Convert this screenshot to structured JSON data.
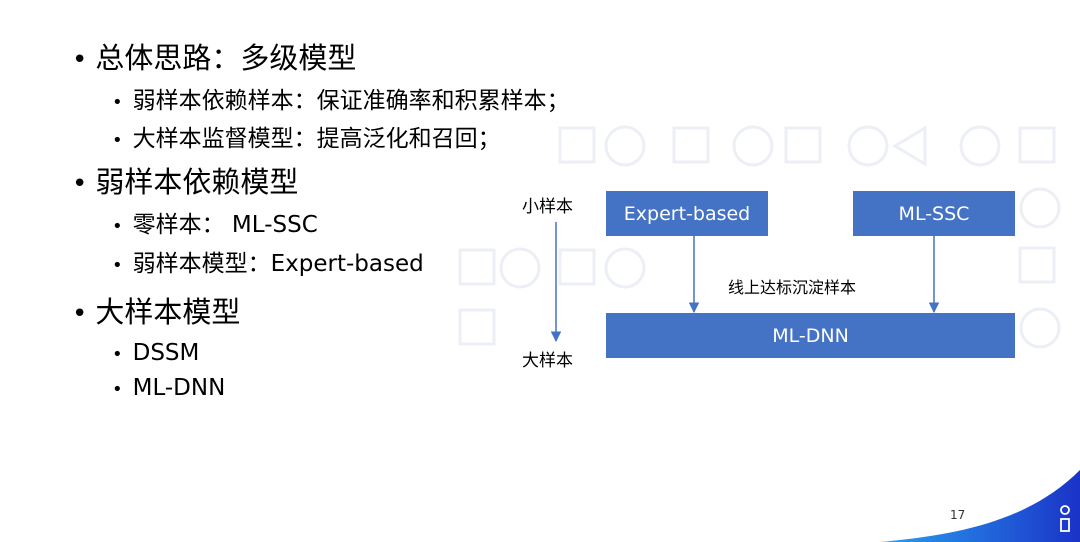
{
  "slide": {
    "bullets": [
      {
        "level": 1,
        "text": "总体思路：多级模型"
      },
      {
        "level": 2,
        "text": "弱样本依赖样本：保证准确率和积累样本；"
      },
      {
        "level": 2,
        "text": "大样本监督模型：提高泛化和召回；"
      },
      {
        "level": 1,
        "text": "弱样本依赖模型"
      },
      {
        "level": 2,
        "text": "零样本： ML-SSC"
      },
      {
        "level": 2,
        "text": "弱样本模型：Expert-based"
      },
      {
        "level": 1,
        "text": "大样本模型"
      },
      {
        "level": 2,
        "text": "DSSM"
      },
      {
        "level": 2,
        "text": "ML-DNN"
      }
    ],
    "bullet_glyph": "•",
    "page_number": "17"
  },
  "diagram": {
    "top_label": "小样本",
    "bottom_label": "大样本",
    "box_expert": "Expert-based",
    "box_mlssc": "ML-SSC",
    "box_mldnn": "ML-DNN",
    "middle_label": "线上达标沉淀样本",
    "box_color": "#4472c4",
    "arrow_color": "#4472c4"
  },
  "colors": {
    "background": "#ffffff",
    "text": "#000000",
    "accent_blue": "#4472c4",
    "brand_gradient_start": "#2aa0f0",
    "brand_gradient_end": "#1a33c8",
    "bg_shape": "#e9ecf3"
  }
}
